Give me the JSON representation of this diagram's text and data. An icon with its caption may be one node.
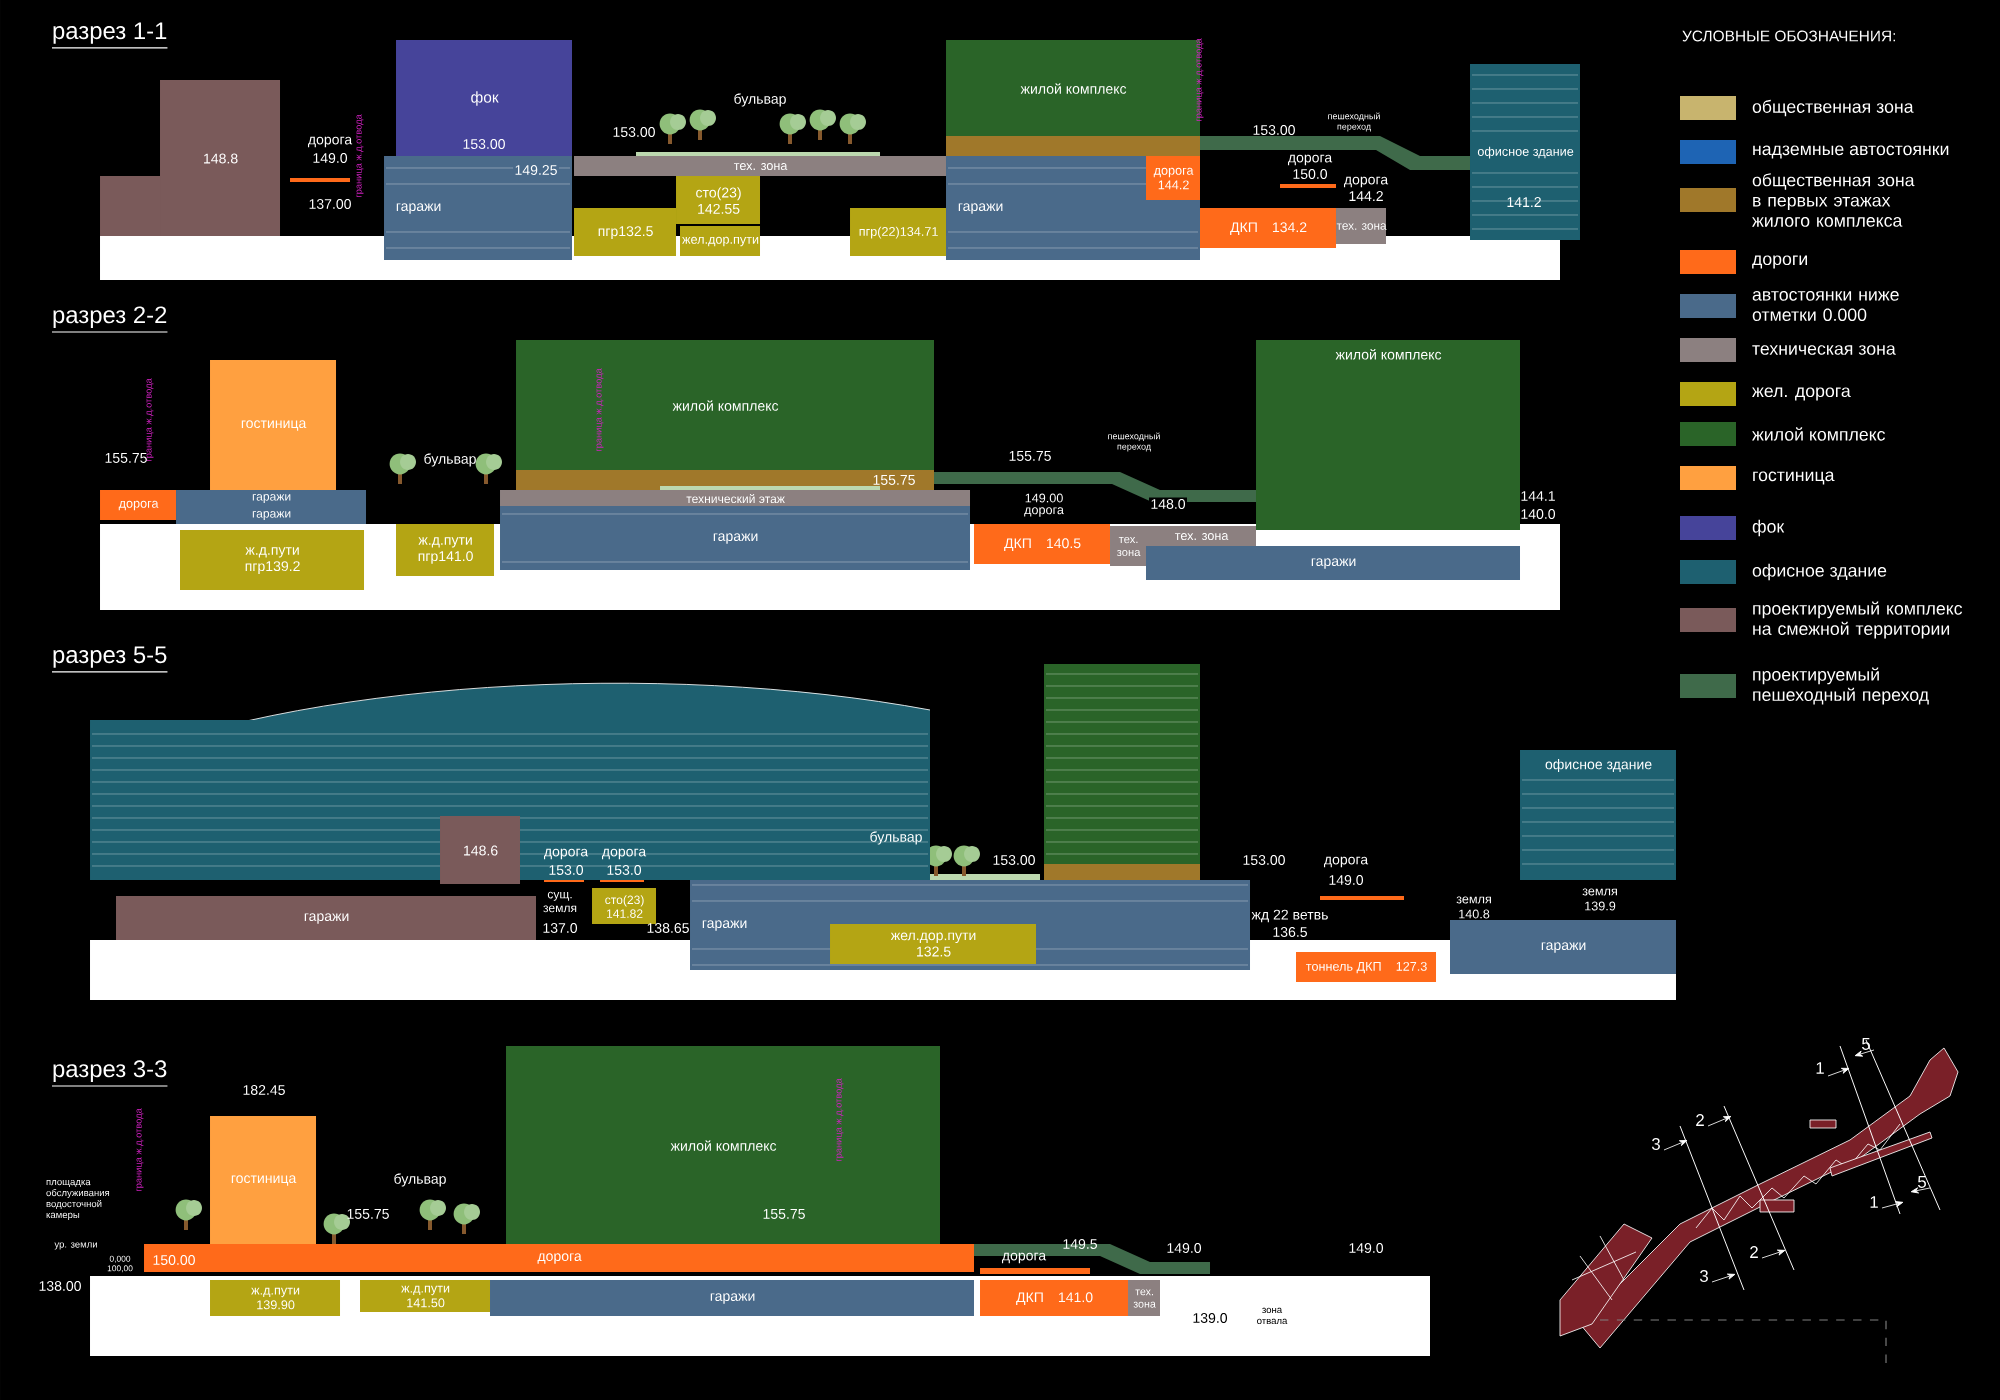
{
  "diagram": {
    "nodes": [
      {
        "text": [
          "148.8"
        ]
      },
      {
        "text": [
          "фок"
        ]
      },
      {
        "text": [
          "гаражи"
        ]
      },
      {
        "text": [
          "тех. зона"
        ]
      },
      {
        "text": [
          "сто(23)",
          "142.55"
        ]
      },
      {
        "text": [
          "пгр132.5"
        ]
      },
      {
        "text": [
          "жел.дор.пути"
        ]
      },
      {
        "text": [
          "пгр(22)134.71"
        ]
      },
      {
        "text": [
          "жилой комплекс"
        ]
      },
      {
        "text": [
          "гаражи"
        ]
      },
      {
        "text": [
          "дорога",
          "144.2"
        ],
        "in": 9
      },
      {
        "text": [
          "ДКП",
          "134.2"
        ]
      },
      {
        "text": [
          "тех. зона"
        ]
      },
      {
        "text": [
          "офисное здание"
        ]
      },
      {
        "text": [
          "гостиница"
        ]
      },
      {
        "text": [
          "дорога"
        ]
      },
      {
        "text": [
          "гаражи"
        ]
      },
      {
        "text": [
          "гаражи"
        ]
      },
      {
        "text": [
          "ж.д.пути",
          "пгр139.2"
        ]
      },
      {
        "text": [
          "ж.д.пути",
          "пгр141.0"
        ]
      },
      {
        "text": [
          "жилой комплекс"
        ]
      },
      {
        "text": [
          "технический этаж"
        ]
      },
      {
        "text": [
          "гаражи"
        ]
      },
      {
        "text": [
          "ДКП",
          "140.5"
        ]
      },
      {
        "text": [
          "тех. зона"
        ]
      },
      {
        "text": [
          "тех. зона"
        ]
      },
      {
        "text": [
          "жилой комплекс"
        ]
      },
      {
        "text": [
          "гаражи"
        ]
      },
      {
        "text": [],
        "shape": "box"
      },
      {
        "text": [
          "148.6"
        ],
        "in": 28
      },
      {
        "text": [
          "гаражи"
        ]
      },
      {
        "text": [
          "сто(23)",
          "141.82"
        ]
      },
      {
        "text": [],
        "shape": "box"
      },
      {
        "text": [
          "гаражи"
        ]
      },
      {
        "text": [
          "жел.дор.пути",
          "132.5"
        ],
        "in": 33
      },
      {
        "text": [
          "тоннель ДКП",
          "127.3"
        ]
      },
      {
        "text": [
          "офисное здание"
        ]
      },
      {
        "text": [
          "гаражи"
        ]
      },
      {
        "text": [
          "гостиница"
        ]
      },
      {
        "text": [
          "жилой комплекс"
        ]
      },
      {
        "text": [
          "дорога"
        ]
      },
      {
        "text": [
          "ж.д.пути",
          "139.90"
        ]
      },
      {
        "text": [
          "ж.д.пути",
          "141.50"
        ]
      },
      {
        "text": [
          "гаражи"
        ]
      },
      {
        "text": [
          "ДКП",
          "141.0"
        ]
      },
      {
        "text": [
          "тех. зона"
        ]
      }
    ],
    "labels": [
      "разрез 1-1",
      "граница ж.д.отвода",
      "дорога",
      "149.0",
      "137.00",
      "153.00",
      "149.25",
      "бульвар",
      "153.00",
      "граница ж.д.отвода",
      "153.00",
      "пешеходный переход",
      "дорога",
      "150.0",
      "дорога",
      "144.2",
      "141.2",
      "разрез 2-2",
      "граница ж.д.отвода",
      "155.75",
      "бульвар",
      "граница ж.д.отвода",
      "155.75",
      "155.75",
      "пешеходный переход",
      "149.00",
      "дорога",
      "148.0",
      "144.1",
      "140.0",
      "разрез 5-5",
      "дорога",
      "153.0",
      "дорога",
      "153.0",
      "сущ. земля",
      "137.0",
      "138.65",
      "бульвар",
      "153.00",
      "153.00",
      "дорога",
      "149.0",
      "жд 22 ветвь",
      "136.5",
      "земля",
      "140.8",
      "земля",
      "139.9",
      "разрез 3-3",
      "граница ж.д.отвода",
      "182.45",
      "площадка обслуживания водосточной камеры",
      "бульвар",
      "155.75",
      "155.75",
      "граница ж.д.отвода",
      "ур. земли",
      "150.00",
      "138.00",
      "0,000 100,00",
      "дорога",
      "149.5",
      "149.0",
      "149.0",
      "139.0",
      "зона отвала",
      "УСЛОВНЫЕ ОБОЗНАЧЕНИЯ:",
      "5",
      "1",
      "2",
      "3",
      "5",
      "1",
      "2",
      "3"
    ],
    "legend": [
      {
        "text": "общественная зона",
        "color": "#c8b46e"
      },
      {
        "text": "надземные автостоянки",
        "color": "#1e64b4"
      },
      {
        "text": "общественная зона в первых этажах жилого комплекса",
        "color": "#a0782a"
      },
      {
        "text": "дороги",
        "color": "#ff6a1a"
      },
      {
        "text": "автостоянки ниже отметки 0.000",
        "color": "#4a6a8a"
      },
      {
        "text": "техническая зона",
        "color": "#8c8080"
      },
      {
        "text": "жел. дорога",
        "color": "#b4a514"
      },
      {
        "text": "жилой комплекс",
        "color": "#2a6428"
      },
      {
        "text": "гостиница",
        "color": "#ffa040"
      },
      {
        "text": "фок",
        "color": "#46449a"
      },
      {
        "text": "офисное здание",
        "color": "#1e6070"
      },
      {
        "text": "проектируемый комплекс на смежной территории",
        "color": "#7a5a5a"
      },
      {
        "text": "проектируемый пешеходный переход",
        "color": "#3f6a4a"
      }
    ]
  }
}
